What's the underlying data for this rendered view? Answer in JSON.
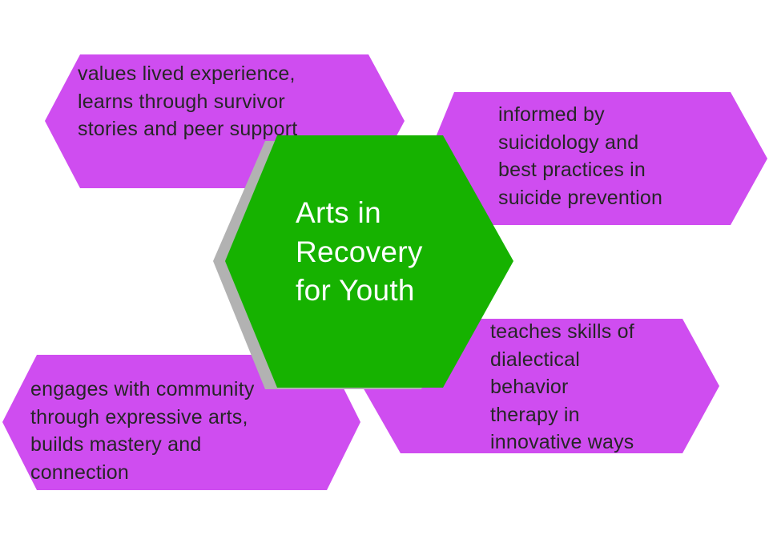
{
  "colors": {
    "background": "#ffffff",
    "outer_hexagon": "#cf4df0",
    "center_hexagon": "#16b200",
    "center_shadow": "#b2b2b2",
    "outer_text": "#262626",
    "center_text": "#ffffff"
  },
  "center": {
    "text": "Arts in\nRecovery\nfor Youth"
  },
  "nodes": [
    {
      "id": "top-left",
      "text": "values lived experience,\nlearns through survivor\nstories and peer support"
    },
    {
      "id": "top-right",
      "text": "informed by\nsuicidology and\nbest practices in\nsuicide prevention"
    },
    {
      "id": "bottom-left",
      "text": "engages with community\nthrough expressive arts,\nbuilds mastery and\nconnection"
    },
    {
      "id": "bottom-right",
      "text": "teaches skills of\ndialectical\nbehavior\ntherapy in\ninnovative ways"
    }
  ]
}
